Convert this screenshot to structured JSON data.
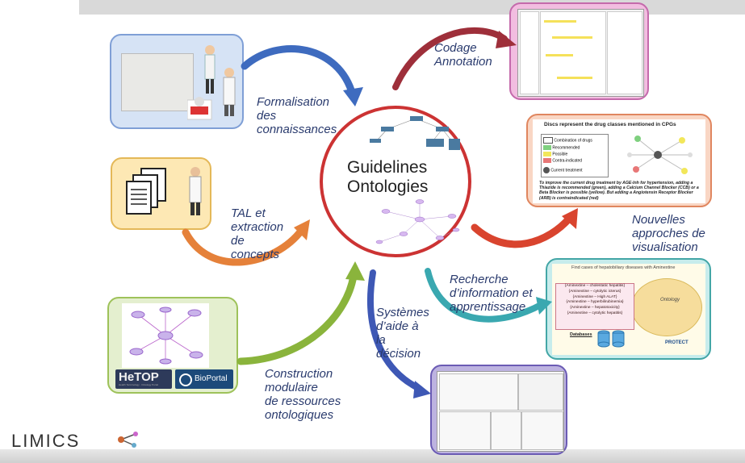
{
  "center": {
    "title": "Guidelines\nOntologies"
  },
  "labels": {
    "formalisation": "Formalisation\ndes\nconnaissances",
    "tal": "TAL et\nextraction\nde\nconcepts",
    "construction": "Construction\nmodulaire\nde ressources\nontologiques",
    "codage": "Codage\nAnnotation",
    "visualisation": "Nouvelles\napproches de\nvisualisation",
    "recherche": "Recherche\nd’information et\napprentissage",
    "systemes": "Systèmes\nd’aide à\nla\ndécision"
  },
  "logos": {
    "hetop": "HeTOP",
    "hetop_sub": "Health Terminology · Ontology Portal",
    "bioportal": "BioPortal",
    "limics": "LIMICS"
  },
  "viz_panel": {
    "title": "Discs represent the drug classes mentioned in CPGs",
    "legend": [
      "Combination of drugs",
      "Recommended",
      "Possible",
      "Contra-indicated",
      "Current treatment"
    ],
    "legend_colors": [
      "#ffffff",
      "#7fd07f",
      "#f2e75a",
      "#e87777",
      "#555555"
    ],
    "caption": "To improve the current drug treatment by AGE-Inh for hypertension, adding a Thiazide is recommended (green), adding a Calcium Channel Blocker (CCB) or a Beta Blocker is possible (yellow). But adding a Angiotensin Receptor Blocker (ARB)  is contraindicated (red)"
  },
  "search_panel": {
    "question": "Find cases of hepatobiliary diseases with Aminextine",
    "items": [
      "{Aminextine – cholestatic hepatitis}",
      "{Aminextine – cytolytic icterus}",
      "{Aminextine – High ALAT}",
      "{Aminextine – hyperbilirubinemia}",
      "{Aminextine – hepatotoxicity}",
      "{Aminextine – cytolytic hepatitis}"
    ],
    "ontology": "Ontology",
    "databases": "Databases",
    "protect": "PROTECT"
  },
  "colors": {
    "arrow_blue": "#3e6bbf",
    "arrow_orange": "#e5813a",
    "arrow_green": "#8ab43c",
    "arrow_red": "#b33a3a",
    "arrow_teal": "#3aa8b0",
    "center_ring": "#cc3333"
  }
}
